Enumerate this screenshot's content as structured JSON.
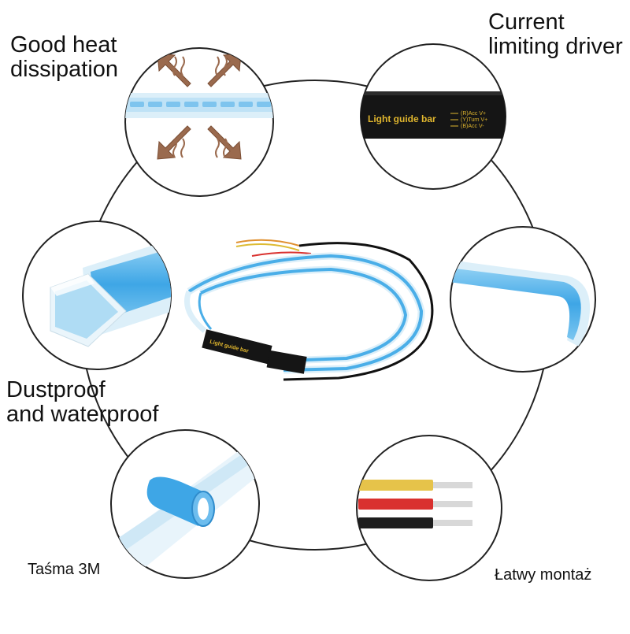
{
  "features": {
    "heat": {
      "line1": "Good heat",
      "line2": "dissipation",
      "icon": "heat-dissipation-icon"
    },
    "driver": {
      "line1": "Current",
      "line2": "limiting driver",
      "icon": "driver-box-icon"
    },
    "dust": {
      "line1": "Dustproof",
      "line2": "and waterproof",
      "icon": "end-cap-icon"
    },
    "tape": {
      "label": "Taśma 3M",
      "icon": "adhesive-tape-icon"
    },
    "mount": {
      "label": "Łatwy montaż",
      "icon": "wires-icon"
    }
  },
  "driver_box": {
    "text": "Light guide bar",
    "wires": [
      "(R)Acc V+",
      "(Y)Turn V+",
      "(B)Acc V-"
    ],
    "small_text": "Light guide bar"
  },
  "colors": {
    "strip_blue": "#4aaee8",
    "strip_clear": "#dceff9",
    "arrow_brown": "#9a6a4e",
    "box_black": "#151515",
    "box_text": "#e0b62e",
    "wire_yellow": "#e6c34a",
    "wire_red": "#d9312f",
    "wire_black": "#1e1e1e",
    "ring": "#222222"
  }
}
